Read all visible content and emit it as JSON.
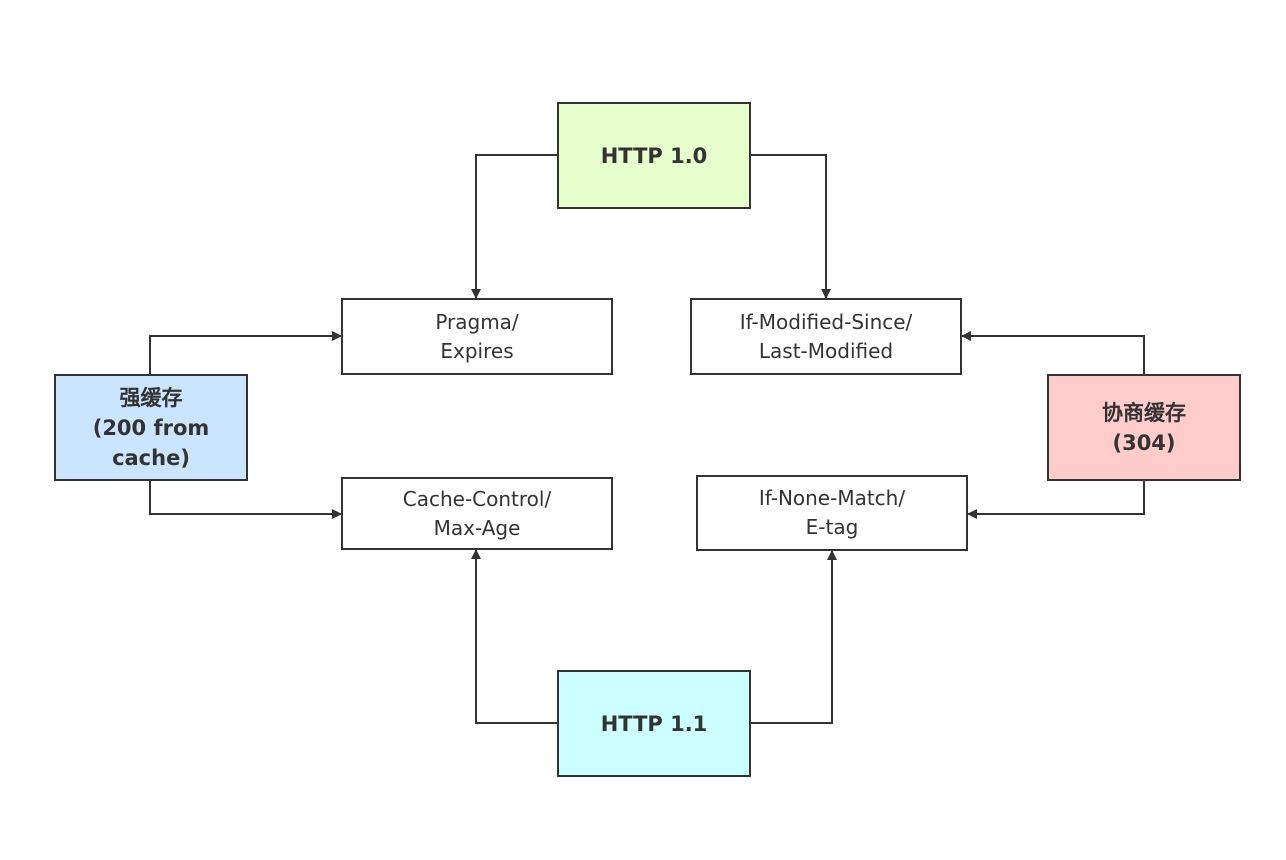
{
  "colors": {
    "line": "#333333",
    "http10_fill": "#e6ffcc",
    "http11_fill": "#ccffff",
    "strong_cache_fill": "#cce5ff",
    "negotiated_cache_fill": "#ffcccc",
    "plain_fill": "#ffffff"
  },
  "nodes": {
    "http10": {
      "lines": [
        "HTTP 1.0"
      ]
    },
    "http11": {
      "lines": [
        "HTTP 1.1"
      ]
    },
    "strong_cache": {
      "lines": [
        "强缓存",
        "(200 from",
        "cache)"
      ]
    },
    "negotiated_cache": {
      "lines": [
        "协商缓存",
        "(304)"
      ]
    },
    "pragma_expires": {
      "lines": [
        "Pragma/",
        "Expires"
      ]
    },
    "if_modified_since": {
      "lines": [
        "If-Modified-Since/",
        "Last-Modified"
      ]
    },
    "cache_control": {
      "lines": [
        "Cache-Control/",
        "Max-Age"
      ]
    },
    "if_none_match": {
      "lines": [
        "If-None-Match/",
        "E-tag"
      ]
    }
  },
  "edges": [
    {
      "from": "http10",
      "to": "pragma_expires"
    },
    {
      "from": "http10",
      "to": "if_modified_since"
    },
    {
      "from": "http11",
      "to": "cache_control"
    },
    {
      "from": "http11",
      "to": "if_none_match"
    },
    {
      "from": "strong_cache",
      "to": "pragma_expires"
    },
    {
      "from": "strong_cache",
      "to": "cache_control"
    },
    {
      "from": "negotiated_cache",
      "to": "if_modified_since"
    },
    {
      "from": "negotiated_cache",
      "to": "if_none_match"
    }
  ]
}
